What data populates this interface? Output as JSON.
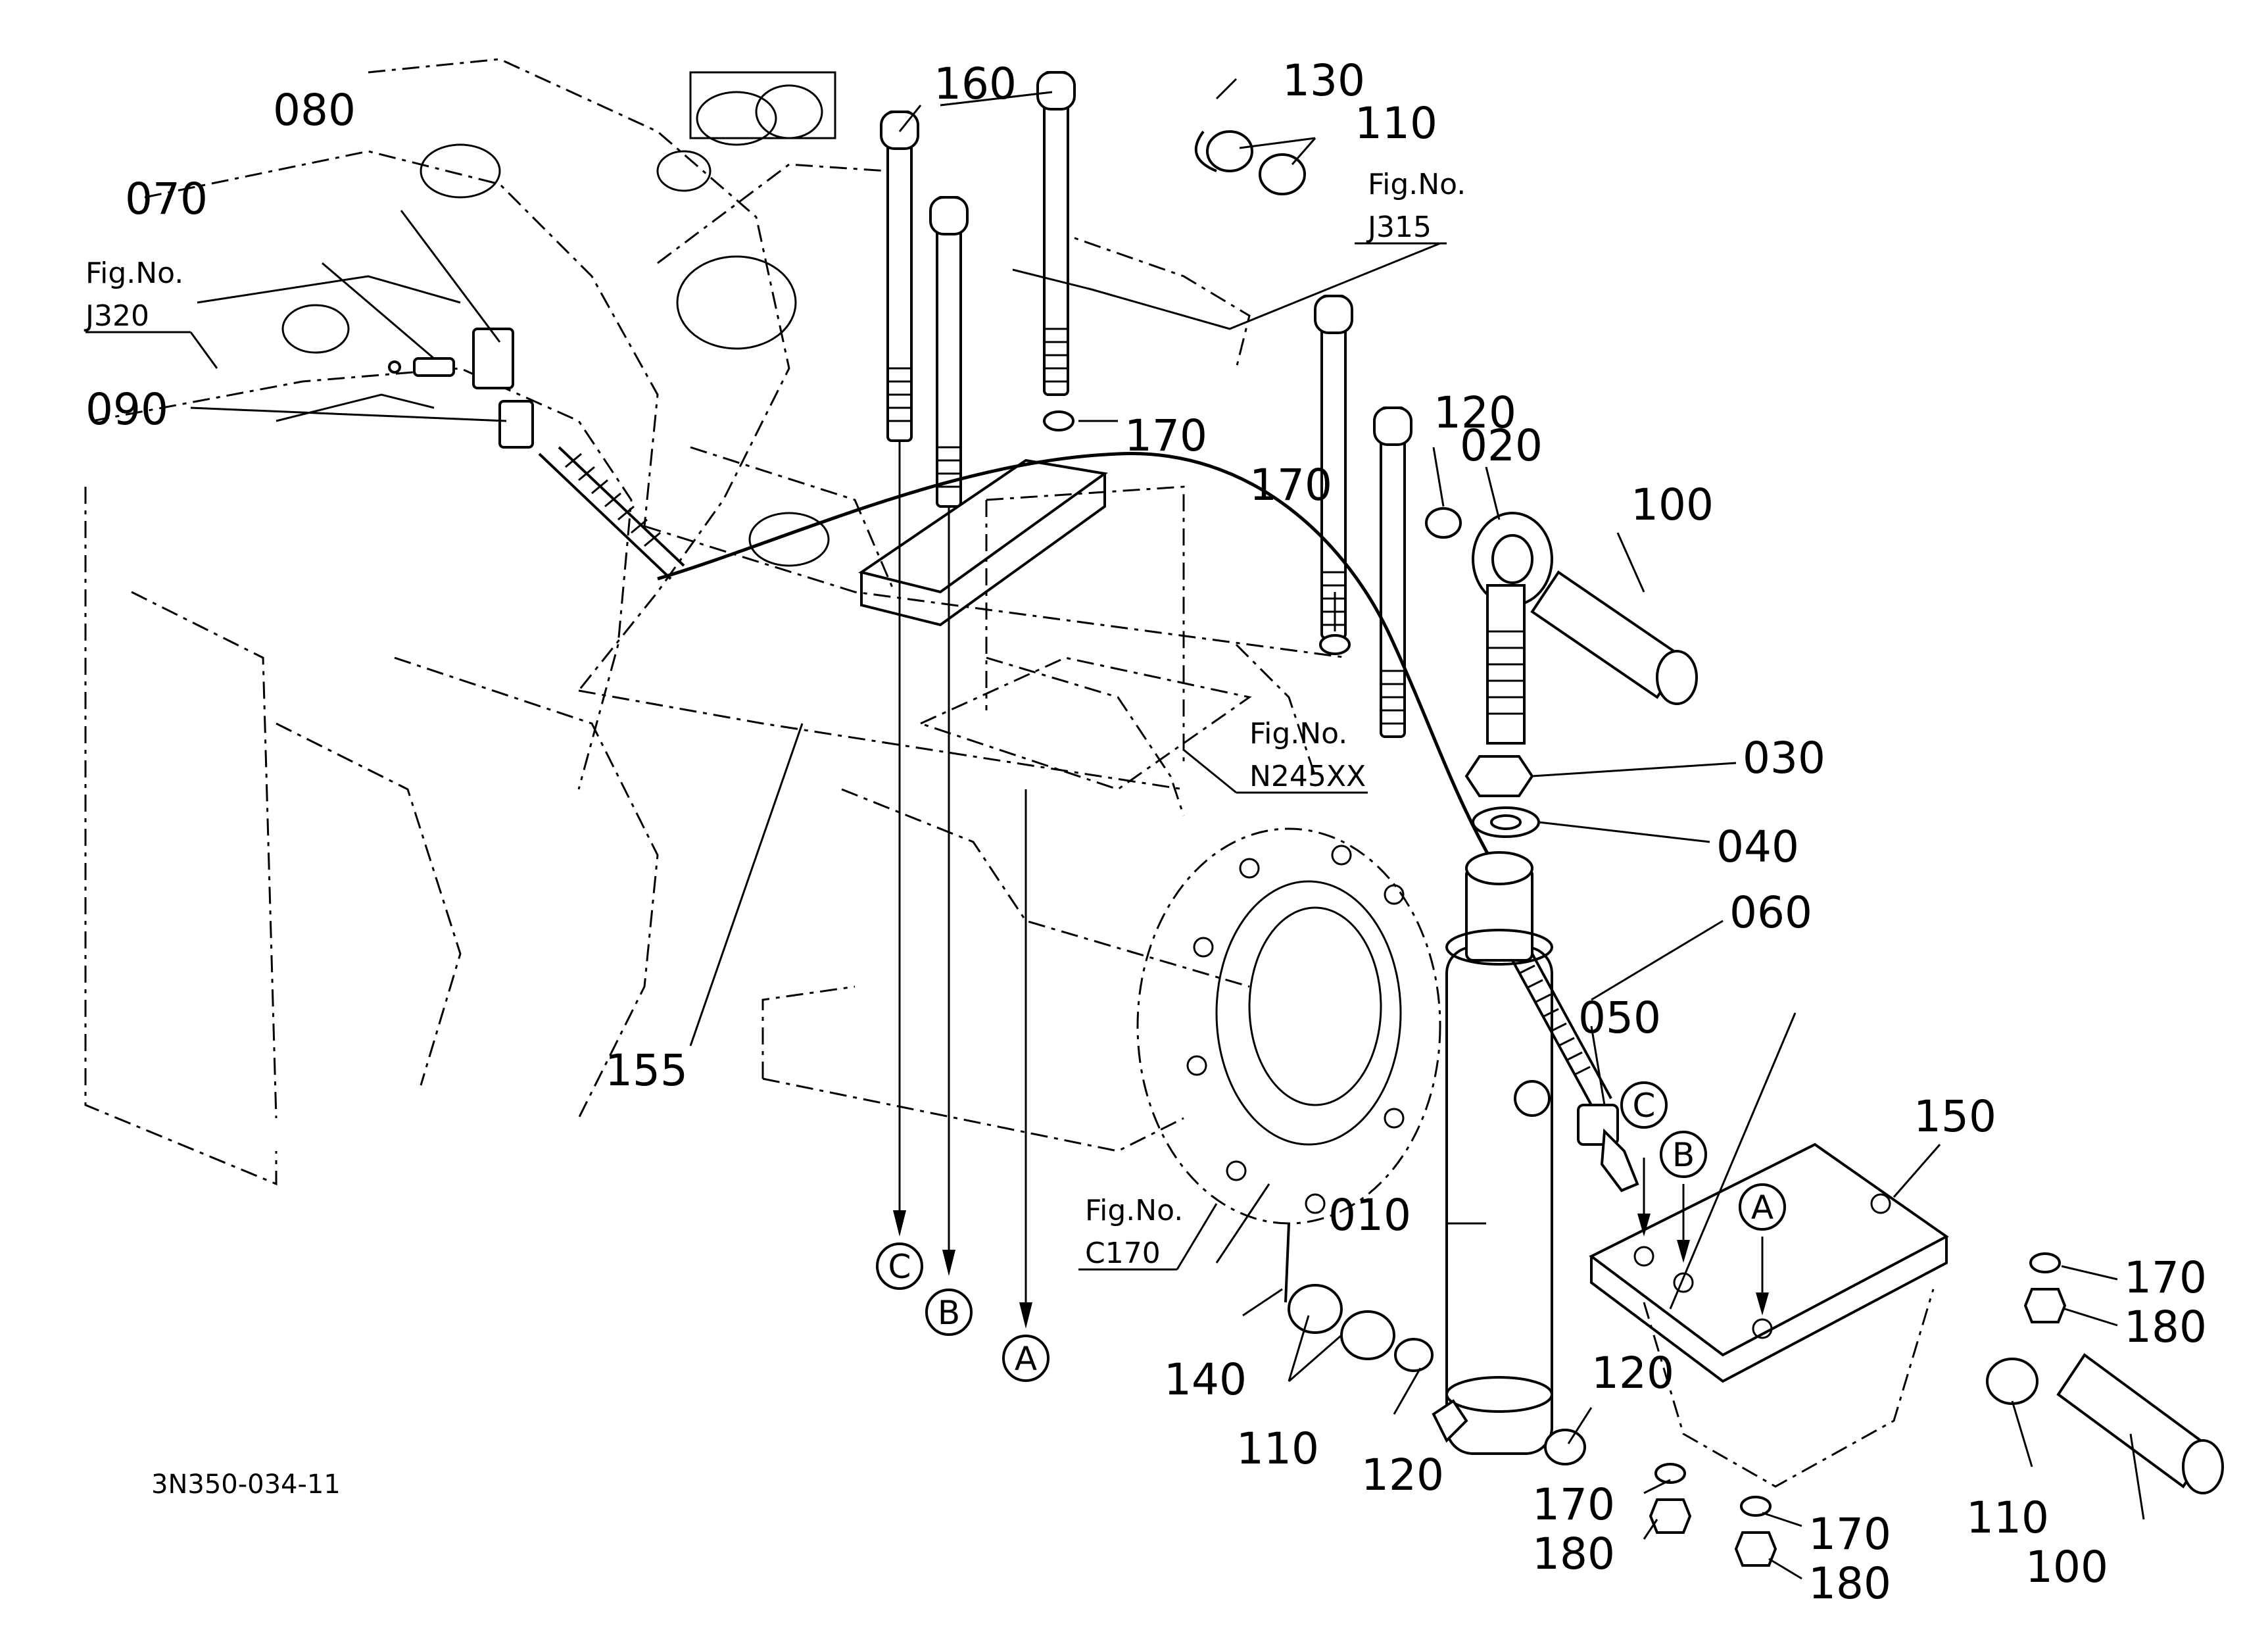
{
  "diagram_code": "3N350-034-11",
  "fig_refs": [
    {
      "prefix": "Fig.No.",
      "code": "J320"
    },
    {
      "prefix": "Fig.No.",
      "code": "J315"
    },
    {
      "prefix": "Fig.No.",
      "code": "N245XX"
    },
    {
      "prefix": "Fig.No.",
      "code": "C170"
    }
  ],
  "callouts": [
    "010",
    "020",
    "030",
    "040",
    "050",
    "060",
    "070",
    "080",
    "090",
    "100",
    "100",
    "110",
    "110",
    "110",
    "120",
    "120",
    "120",
    "130",
    "140",
    "150",
    "155",
    "160",
    "170",
    "170",
    "170",
    "170",
    "170",
    "180",
    "180",
    "180"
  ],
  "markers": [
    "A",
    "B",
    "C",
    "A",
    "B",
    "C"
  ]
}
